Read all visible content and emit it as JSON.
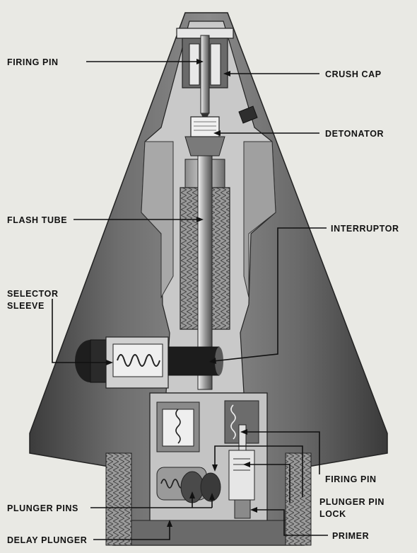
{
  "labels": {
    "firing_pin_top": "FIRING PIN",
    "crush_cap": "CRUSH CAP",
    "detonator": "DETONATOR",
    "flash_tube": "FLASH TUBE",
    "interruptor": "INTERRUPTOR",
    "selector_sleeve_1": "SELECTOR",
    "selector_sleeve_2": "SLEEVE",
    "firing_pin_bottom": "FIRING PIN",
    "plunger_pin_lock_1": "PLUNGER PIN",
    "plunger_pin_lock_2": "LOCK",
    "plunger_pins": "PLUNGER PINS",
    "primer": "PRIMER",
    "delay_plunger": "DELAY PLUNGER"
  },
  "colors": {
    "paper": "#e9e9e4",
    "body_dark": "#4a4a4a",
    "body_mid": "#7a7a7a",
    "body_light": "#bdbdbd",
    "cutaway": "#d8d8d8",
    "line": "#111111"
  }
}
